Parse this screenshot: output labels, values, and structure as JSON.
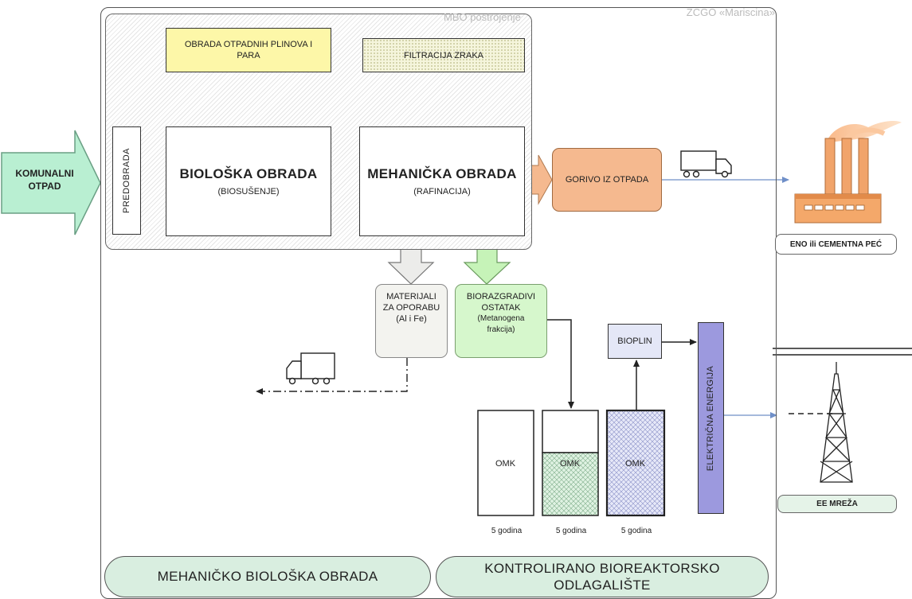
{
  "frames": {
    "zcgo_label": "ZCGO «Mariscina»",
    "mbo_label": "MBO postrojenje"
  },
  "input": {
    "label_line1": "KOMUNALNI",
    "label_line2": "OTPAD"
  },
  "boxes": {
    "predobrada": "PREDOBRADA",
    "bioloska_title": "BIOLOŠKA OBRADA",
    "bioloska_sub": "(BIOSUŠENJE)",
    "mehanicka_title": "MEHANIČKA OBRADA",
    "mehanicka_sub": "(RAFINACIJA)",
    "obrada_plinova": "OBRADA OTPADNIH PLINOVA I PARA",
    "filtracija": "FILTRACIJA ZRAKA",
    "gorivo": "GORIVO IZ OTPADA",
    "materijali_l1": "MATERIJALI",
    "materijali_l2": "ZA OPORABU",
    "materijali_l3": "(Al i Fe)",
    "bioraz_l1": "BIORAZGRADIVI",
    "bioraz_l2": "OSTATAK",
    "bioraz_l3": "(Metanogena",
    "bioraz_l4": "frakcija)",
    "bioplin": "BIOPLIN",
    "elektricna": "ELEKTRIČNA ENERGIJA"
  },
  "cells": [
    {
      "label": "OMK",
      "duration": "5 godina"
    },
    {
      "label": "OMK",
      "duration": "5 godina"
    },
    {
      "label": "OMK",
      "duration": "5 godina"
    }
  ],
  "outputs": {
    "eno": "ENO ili CEMENTNA PEĆ",
    "ee": "EE MREŽA"
  },
  "sections": {
    "mbo": "MEHANIČKO BIOLOŠKA OBRADA",
    "kbo_l1": "KONTROLIRANO BIOREAKTORSKO",
    "kbo_l2": "ODLAGALIŠTE"
  },
  "colors": {
    "gas_box": "#fdf7a8",
    "gorivo": "#f5b98f",
    "biorazgradivi": "#d6f7cc",
    "bioplin": "#e4e7f7",
    "elektricna": "#9c99de",
    "section_pill": "#d9eee0",
    "input_arrow": "#b9efd2"
  }
}
